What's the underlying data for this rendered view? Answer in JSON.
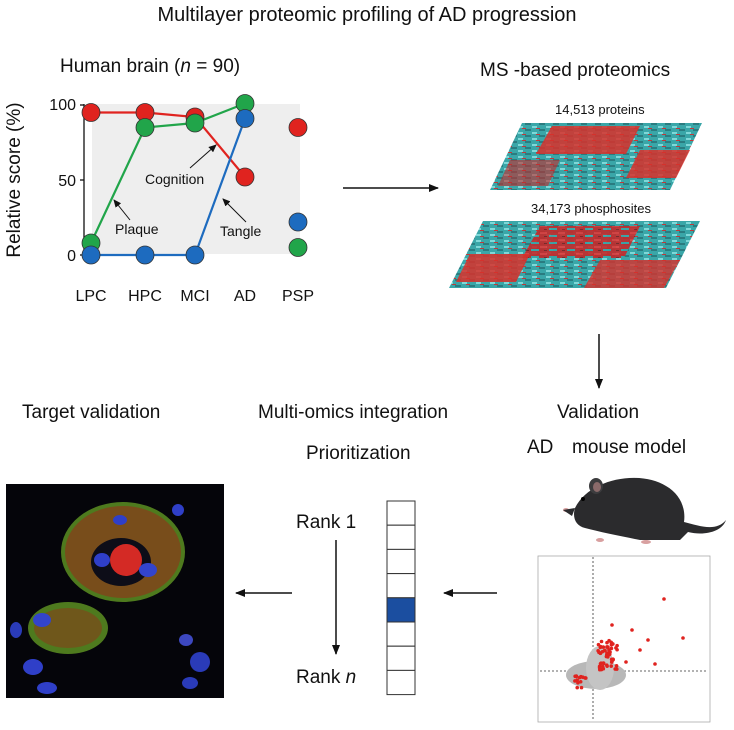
{
  "title": "Multilayer proteomic profiling of AD progression",
  "brain": {
    "label_prefix": "Human brain (",
    "label_n": "n",
    "label_suffix": " = 90)"
  },
  "chart_data": {
    "type": "line",
    "categories": [
      "LPC",
      "HPC",
      "MCI",
      "AD",
      "PSP"
    ],
    "ylabel": "Relative score (%)",
    "ylim": [
      0,
      100
    ],
    "yticks": [
      0,
      50,
      100
    ],
    "series": [
      {
        "name": "Cognition",
        "color": "#e0231f",
        "values": [
          95,
          95,
          92,
          52,
          85
        ],
        "connected_upto": 3
      },
      {
        "name": "Plaque",
        "color": "#21a54a",
        "values": [
          8,
          85,
          88,
          101,
          5
        ],
        "connected_upto": 3
      },
      {
        "name": "Tangle",
        "color": "#1d6bbf",
        "values": [
          0,
          0,
          0,
          91,
          22
        ],
        "connected_upto": 3
      }
    ],
    "annotations": [
      "Cognition",
      "Plaque",
      "Tangle"
    ]
  },
  "ms": {
    "title": "MS -based proteomics",
    "proteins": "14,513 proteins",
    "phospho": "34,173 phosphosites"
  },
  "validation": {
    "title": "Validation",
    "ad": "AD",
    "model": "mouse model"
  },
  "integration": {
    "title": "Multi-omics integration",
    "prioritization": "Prioritization",
    "rank1": "Rank 1",
    "rankn_prefix": "Rank ",
    "rankn_n": "n",
    "highlight_color": "#1b4ea0"
  },
  "target": {
    "title": "Target validation"
  }
}
